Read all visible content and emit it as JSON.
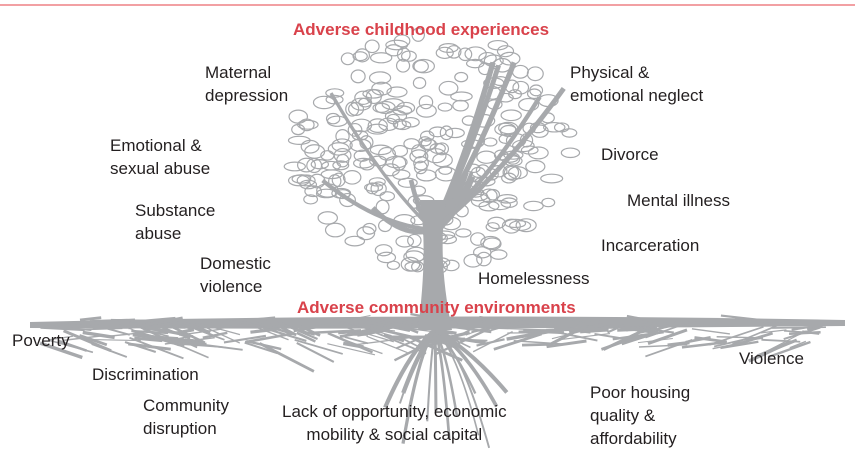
{
  "colors": {
    "accent": "#d9424b",
    "tree": "#a7a9ac",
    "text": "#231f20",
    "rule": "#f2a0a3"
  },
  "headings": {
    "childhood": "Adverse childhood experiences",
    "community": "Adverse community environments"
  },
  "childhood_items": [
    [
      "Maternal",
      "depression"
    ],
    [
      "Physical &",
      "emotional neglect"
    ],
    [
      "Emotional &",
      "sexual abuse"
    ],
    [
      "Divorce"
    ],
    [
      "Mental illness"
    ],
    [
      "Substance",
      "abuse"
    ],
    [
      "Incarceration"
    ],
    [
      "Domestic",
      "violence"
    ],
    [
      "Homelessness"
    ]
  ],
  "community_items": [
    [
      "Poverty"
    ],
    [
      "Violence"
    ],
    [
      "Discrimination"
    ],
    [
      "Poor housing",
      "quality &",
      "affordability"
    ],
    [
      "Community",
      "disruption"
    ],
    [
      "Lack of opportunity, economic",
      "mobility & social capital"
    ]
  ]
}
